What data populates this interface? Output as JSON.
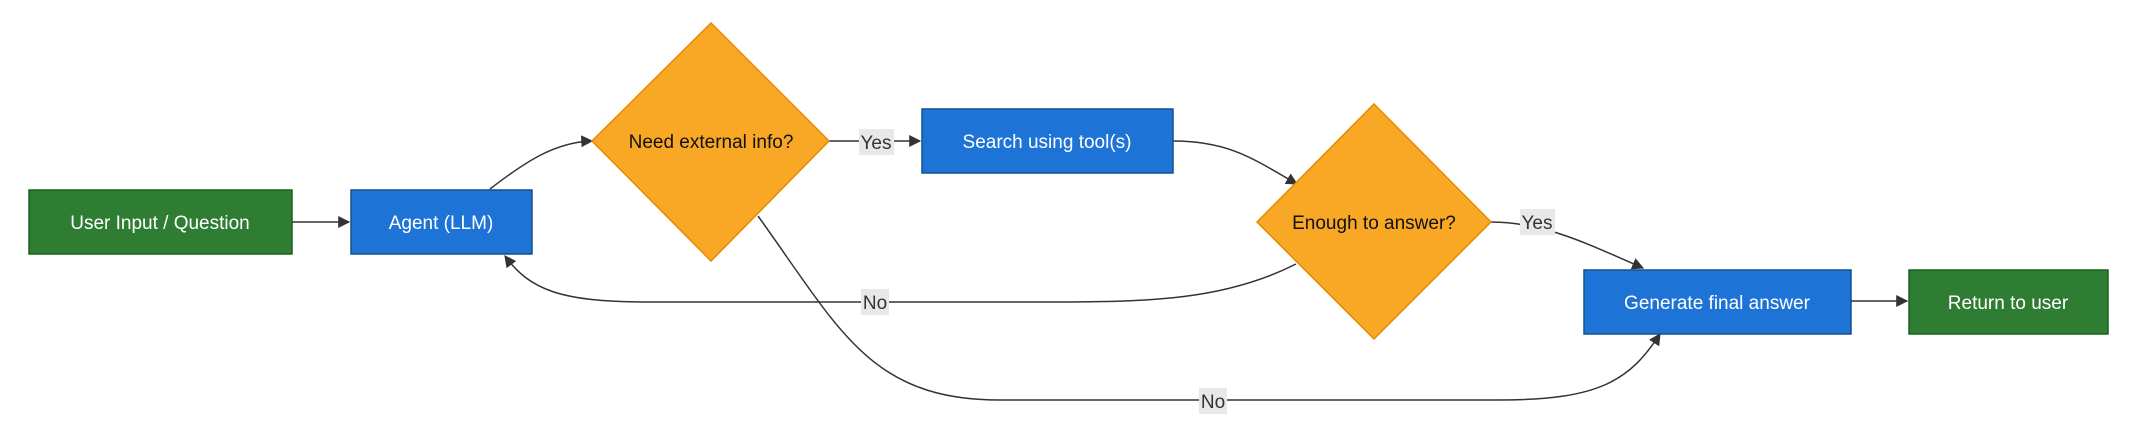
{
  "diagram": {
    "colors": {
      "terminal_fill": "#2e7d32",
      "terminal_stroke": "#1b5e20",
      "process_fill": "#1e74d6",
      "process_stroke": "#12508f",
      "decision_fill": "#f9a825",
      "decision_stroke": "#e68a00",
      "edge": "#333333",
      "edge_label_bg": "#e8e8e8"
    },
    "nodes": {
      "user_input": {
        "label": "User Input / Question"
      },
      "agent": {
        "label": "Agent (LLM)"
      },
      "need_info": {
        "label": "Need external info?"
      },
      "search": {
        "label": "Search using tool(s)"
      },
      "enough": {
        "label": "Enough to answer?"
      },
      "generate": {
        "label": "Generate final answer"
      },
      "return_user": {
        "label": "Return to user"
      }
    },
    "edges": {
      "need_yes": {
        "label": "Yes"
      },
      "enough_yes": {
        "label": "Yes"
      },
      "enough_no": {
        "label": "No"
      },
      "need_no": {
        "label": "No"
      }
    }
  }
}
